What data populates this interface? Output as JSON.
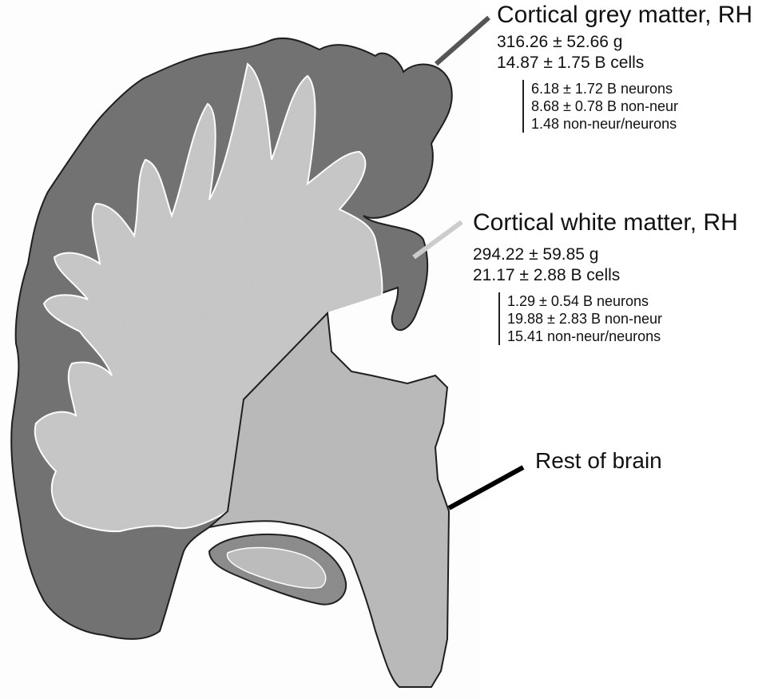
{
  "regions": {
    "grey_matter": {
      "title": "Cortical grey matter, RH",
      "mass": "316.26 ± 52.66 g",
      "cells": "14.87 ± 1.75 B cells",
      "neurons": "6.18 ± 1.72 B neurons",
      "non_neurons": "8.68 ± 0.78 B non-neur",
      "ratio": "1.48 non-neur/neurons",
      "leader_color": "#555555"
    },
    "white_matter": {
      "title": "Cortical white matter, RH",
      "mass": "294.22 ± 59.85 g",
      "cells": "21.17 ± 2.88 B cells",
      "neurons": "1.29 ± 0.54 B neurons",
      "non_neurons": "19.88 ± 2.83 B non-neur",
      "ratio": "15.41 non-neur/neurons",
      "leader_color": "#cccccc"
    },
    "rest_of_brain": {
      "title": "Rest of brain",
      "leader_color": "#000000"
    }
  },
  "colors": {
    "grey_matter_fill": "#707070",
    "white_matter_fill": "#c6c6c6",
    "rest_fill": "#b9b9b9",
    "outline": "#1a1a1a"
  }
}
